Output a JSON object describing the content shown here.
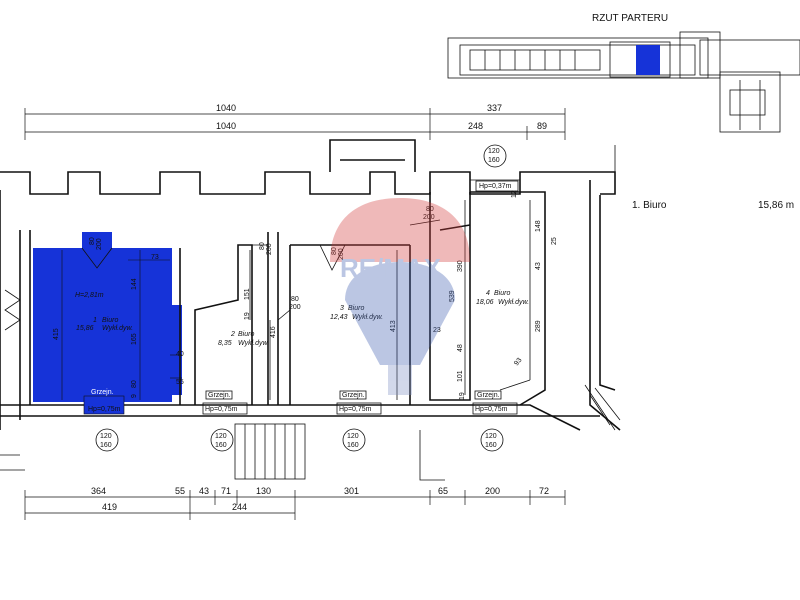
{
  "header": {
    "title": "RZUT PARTERU"
  },
  "legend": {
    "room": "1. Biuro",
    "area": "15,86 m"
  },
  "top_dims": {
    "row1": [
      "1040",
      "337"
    ],
    "row2": [
      "1040",
      "248",
      "89"
    ]
  },
  "bottom_dims": {
    "row1": [
      "364",
      "55",
      "43",
      "71",
      "130",
      "301",
      "65",
      "200",
      "72"
    ],
    "row2": [
      "419",
      "244"
    ]
  },
  "windows": [
    "120\n160",
    "120\n160",
    "120\n160",
    "120\n160",
    "120\n160"
  ],
  "window_text": {
    "a": "120",
    "b": "160"
  },
  "rooms": [
    {
      "num": "1",
      "name": "Biuro",
      "area": "15,86",
      "floor": "Wykł.dyw.",
      "height": "H=2,81m"
    },
    {
      "num": "2",
      "name": "Biuro",
      "area": "8,35",
      "floor": "Wykł.dyw."
    },
    {
      "num": "3",
      "name": "Biuro",
      "area": "12,43",
      "floor": "Wykł.dyw."
    },
    {
      "num": "4",
      "name": "Biuro",
      "area": "18,06",
      "floor": "Wykł.dyw."
    }
  ],
  "heaters": {
    "label": "Grzejn.",
    "hp1": "Hp=0,75m",
    "hp_top": "Hp=0,37m"
  },
  "inner_dims": {
    "r1": [
      "415",
      "144",
      "165",
      "80",
      "73",
      "40",
      "55",
      "9"
    ],
    "r2": [
      "151",
      "19",
      "416"
    ],
    "r3": [
      "413"
    ],
    "r4": [
      "390",
      "539",
      "23",
      "48",
      "101",
      "148",
      "43",
      "25",
      "289",
      "93",
      "12",
      "19"
    ],
    "doors": [
      "80\n200",
      "80\n200",
      "80\n200",
      "80\n200",
      "80\n200"
    ],
    "door_a": "80",
    "door_b": "200"
  },
  "watermark": "RE/MAX",
  "colors": {
    "highlight": "#1633d8",
    "watermark_red": "#d23a3a",
    "watermark_blue": "#3f5fb0"
  }
}
